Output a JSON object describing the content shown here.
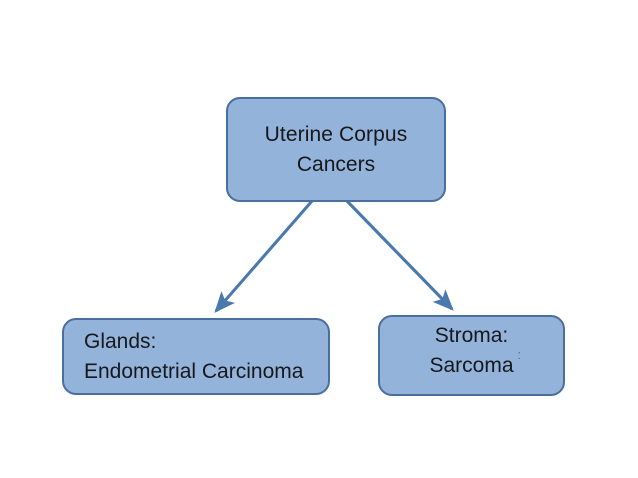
{
  "diagram": {
    "title": "Uterine Corpus Cancers classification",
    "background_color": "#ffffff",
    "node_fill_color": "#93b3da",
    "node_border_color": "#4a6e9e",
    "arrow_color": "#4a79ad",
    "text_color": "#17181c",
    "nodes": [
      {
        "id": "root",
        "line1": "Uterine Corpus",
        "line2": "Cancers",
        "align": "center"
      },
      {
        "id": "glands",
        "line1": "Glands:",
        "line2": "Endometrial Carcinoma",
        "align": "left"
      },
      {
        "id": "stroma",
        "line1": "Stroma:",
        "line2": "Sarcoma",
        "align": "center",
        "artifact_mark": ":"
      }
    ],
    "edges": [
      {
        "id": "root-to-glands",
        "from": "root",
        "to": "glands",
        "arrowhead": "filled"
      },
      {
        "id": "root-to-stroma",
        "from": "root",
        "to": "stroma",
        "arrowhead": "filled"
      }
    ]
  }
}
